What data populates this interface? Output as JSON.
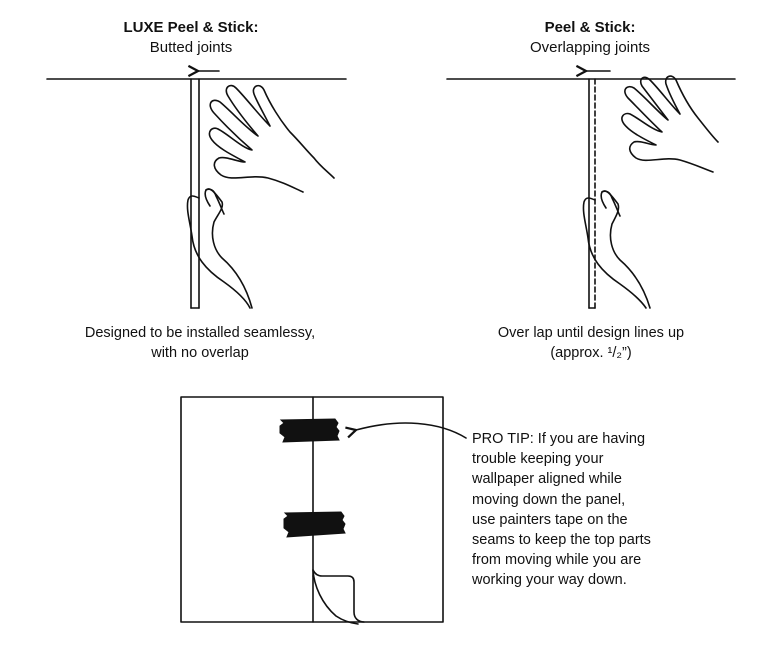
{
  "left_panel": {
    "title": "LUXE Peel & Stick:",
    "subtitle": "Butted joints",
    "caption_line1": "Designed to be installed seamlessy,",
    "caption_line2": "with no overlap"
  },
  "right_panel": {
    "title": "Peel & Stick:",
    "subtitle": "Overlapping joints",
    "caption_line1": "Over lap until design lines up",
    "caption_line2": "(approx. ¹/₂”)"
  },
  "pro_tip": {
    "lines": [
      "PRO TIP: If you are having",
      "trouble keeping your",
      "wallpaper aligned while",
      "moving down the panel,",
      "use painters tape on the",
      "seams to keep the top parts",
      "from moving while you are",
      "working your way down."
    ]
  },
  "icons": [
    "arrow-left-icon",
    "hand-icon",
    "tape-strip-icon",
    "curved-arrow-icon",
    "peeled-corner-icon"
  ],
  "colors": {
    "ink": "#111111",
    "tape": "#111111",
    "background": "#ffffff"
  }
}
